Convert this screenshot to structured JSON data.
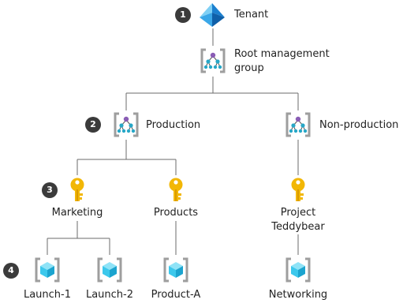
{
  "nodes": {
    "tenant": "Tenant",
    "root_line1": "Root management",
    "root_line2": "group",
    "production": "Production",
    "nonproduction": "Non-production",
    "marketing": "Marketing",
    "products": "Products",
    "teddy_line1": "Project",
    "teddy_line2": "Teddybear",
    "launch1": "Launch-1",
    "launch2": "Launch-2",
    "producta": "Product-A",
    "networking": "Networking"
  },
  "badges": [
    "1",
    "2",
    "3",
    "4"
  ],
  "icons": {
    "tenant": "azure-tenant-pyramid-icon",
    "management_group": "management-group-icon",
    "subscription": "subscription-key-icon",
    "resource_group": "resource-group-cube-icon"
  },
  "colors": {
    "line": "#6b6b6b",
    "bracket": "#9e9e9e",
    "key": "#f2b705",
    "cube": "#3cc8ec",
    "mg_purple": "#8a5db5",
    "mg_teal": "#27a7c7",
    "badge": "#3b3b3b"
  }
}
